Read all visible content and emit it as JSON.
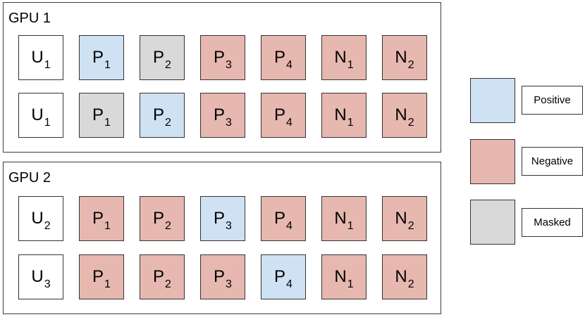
{
  "colors": {
    "positive": "#cfe2f3",
    "negative": "#e6b8af",
    "masked": "#d9d9d9",
    "plain": "#ffffff"
  },
  "gpus": [
    {
      "title": "GPU 1",
      "rows": [
        [
          {
            "l": "U",
            "s": "1",
            "c": "plain"
          },
          {
            "l": "P",
            "s": "1",
            "c": "positive"
          },
          {
            "l": "P",
            "s": "2",
            "c": "masked"
          },
          {
            "l": "P",
            "s": "3",
            "c": "negative"
          },
          {
            "l": "P",
            "s": "4",
            "c": "negative"
          },
          {
            "l": "N",
            "s": "1",
            "c": "negative"
          },
          {
            "l": "N",
            "s": "2",
            "c": "negative"
          }
        ],
        [
          {
            "l": "U",
            "s": "1",
            "c": "plain"
          },
          {
            "l": "P",
            "s": "1",
            "c": "masked"
          },
          {
            "l": "P",
            "s": "2",
            "c": "positive"
          },
          {
            "l": "P",
            "s": "3",
            "c": "negative"
          },
          {
            "l": "P",
            "s": "4",
            "c": "negative"
          },
          {
            "l": "N",
            "s": "1",
            "c": "negative"
          },
          {
            "l": "N",
            "s": "2",
            "c": "negative"
          }
        ]
      ]
    },
    {
      "title": "GPU 2",
      "rows": [
        [
          {
            "l": "U",
            "s": "2",
            "c": "plain"
          },
          {
            "l": "P",
            "s": "1",
            "c": "negative"
          },
          {
            "l": "P",
            "s": "2",
            "c": "negative"
          },
          {
            "l": "P",
            "s": "3",
            "c": "positive"
          },
          {
            "l": "P",
            "s": "4",
            "c": "negative"
          },
          {
            "l": "N",
            "s": "1",
            "c": "negative"
          },
          {
            "l": "N",
            "s": "2",
            "c": "negative"
          }
        ],
        [
          {
            "l": "U",
            "s": "3",
            "c": "plain"
          },
          {
            "l": "P",
            "s": "1",
            "c": "negative"
          },
          {
            "l": "P",
            "s": "2",
            "c": "negative"
          },
          {
            "l": "P",
            "s": "3",
            "c": "negative"
          },
          {
            "l": "P",
            "s": "4",
            "c": "positive"
          },
          {
            "l": "N",
            "s": "1",
            "c": "negative"
          },
          {
            "l": "N",
            "s": "2",
            "c": "negative"
          }
        ]
      ]
    }
  ],
  "legend": {
    "positive": "Positive",
    "negative": "Negative",
    "masked": "Masked"
  }
}
